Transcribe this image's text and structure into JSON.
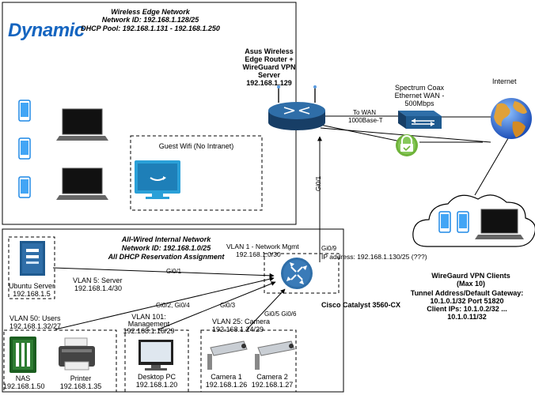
{
  "brand": {
    "logo_text": "Dynamic"
  },
  "wireless_zone": {
    "title": "Wireless Edge Network",
    "network_id": "Network ID: 192.168.1.128/25",
    "dhcp_pool": "DHCP Pool: 192.168.1.131 -  192.168.1.250",
    "guest_label": "Guest Wifi (No Intranet)"
  },
  "router": {
    "line1": "Asus Wireless",
    "line2": "Edge Router +",
    "line3": "WireGuard VPN",
    "line4": "Server",
    "ip": "192.168.1.129"
  },
  "wan": {
    "link_line1": "To WAN",
    "link_line2": "1000Base-T",
    "modem_line1": "Spectrum Coax",
    "modem_line2": "Ethernet WAN -",
    "modem_line3": "500Mbps",
    "internet_label": "Internet"
  },
  "wired_zone": {
    "title": "All-Wired Internal Network",
    "network_id": "Network ID: 192.168.1.0/25",
    "dhcp_note": "All DHCP Reservation Assignment"
  },
  "switch": {
    "vlan1_line1": "VLAN 1 - Network Mgmt",
    "vlan1_line2": "192.168.1.0/30",
    "ip_address": "IP address: 192.168.1.130/25 (???)",
    "name": "Cisco Catalyst 3560-CX"
  },
  "ports": {
    "uplink": "Gi0/1",
    "uplink_top": "Gi0/9",
    "server": "Gi0/1",
    "users": "Gi0/2, Gi0/4",
    "mgmt": "Gi0/3",
    "camera": "Gi0/5  Gi0/6"
  },
  "vlans": {
    "server_name": "VLAN 5: Server",
    "server_net": "192.168.1.4/30",
    "users_name": "VLAN 50: Users",
    "users_net": "192.168.1.32/27",
    "mgmt_name": "VLAN 101:",
    "mgmt_name2": "Management",
    "mgmt_net": "192.168.1.16/29",
    "camera_name": "VLAN 25: Camera",
    "camera_net": "192.168.1.24/29"
  },
  "devices": {
    "ubuntu_name": "Ubuntu Server",
    "ubuntu_ip": "192.168.1.5",
    "nas_name": "NAS",
    "nas_ip": "192.168.1.50",
    "printer_name": "Printer",
    "printer_ip": "192.168.1.35",
    "desktop_name": "Desktop PC",
    "desktop_ip": "192.168.1.20",
    "camera1_name": "Camera 1",
    "camera1_ip": "192.168.1.26",
    "camera2_name": "Camera 2",
    "camera2_ip": "192.168.1.27"
  },
  "vpn": {
    "title": "WireGaurd VPN Clients",
    "max": "(Max 10)",
    "gateway_label": "Tunnel Address/Default Gateway:",
    "gateway_value": "10.1.0.1/32 Port 51820",
    "client_ips": "Client IPs: 10.1.0.2/32 ...",
    "client_ips_end": "10.1.0.11/32"
  },
  "colors": {
    "router_blue": "#1f5a8f",
    "lock_green": "#7cc142",
    "globe_blue": "#2f6fd6",
    "globe_land": "#d9902b",
    "phone_blue": "#1e88e5",
    "tv_blue": "#2aa0d8"
  }
}
